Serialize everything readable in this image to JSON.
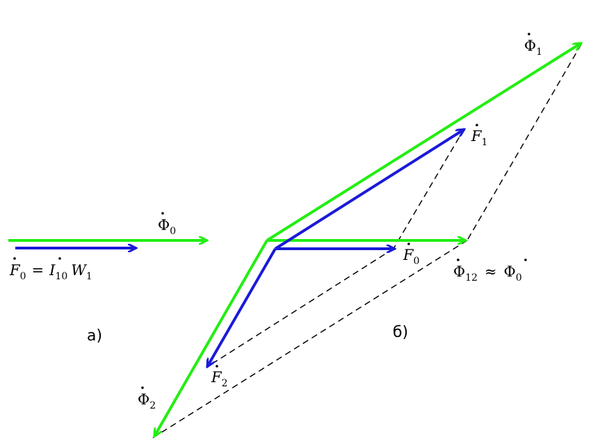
{
  "colors": {
    "flux": "#22ee11",
    "mmf": "#1a1ad8",
    "construction": "#000000",
    "background": "#ffffff"
  },
  "panel_a": {
    "caption": "а)",
    "flux_label": {
      "main": "Φ",
      "sub": "0"
    },
    "mmf_label": {
      "f": "F",
      "f_sub": "0",
      "eq": "=",
      "i": "I",
      "i_sub": "10",
      "w": "W",
      "w_sub": "1"
    }
  },
  "panel_b": {
    "caption": "б)",
    "phi1": {
      "main": "Φ",
      "sub": "1"
    },
    "phi2": {
      "main": "Φ",
      "sub": "2"
    },
    "phi12": {
      "main": "Φ",
      "sub": "12",
      "approx": "≈",
      "rhs_main": "Φ",
      "rhs_sub": "0"
    },
    "f0": {
      "main": "F",
      "sub": "0"
    },
    "f1": {
      "main": "F",
      "sub": "1"
    },
    "f2": {
      "main": "F",
      "sub": "2"
    }
  }
}
